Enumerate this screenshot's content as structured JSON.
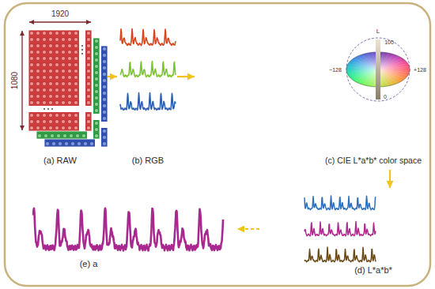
{
  "diagram": {
    "nodes": [
      {
        "text": [
          "(a) RAW"
        ]
      },
      {
        "text": [
          "(b) RGB"
        ]
      },
      {
        "text": [
          "(c) CIE L*a*b* color space"
        ]
      },
      {
        "text": [
          "(d) L*a*b*"
        ]
      },
      {
        "text": [
          "(e) a"
        ]
      }
    ],
    "edges": [
      {
        "from": 0,
        "to": 1,
        "arrow": "to"
      },
      {
        "from": 1,
        "to": 2,
        "arrow": "to"
      },
      {
        "from": 2,
        "to": 3,
        "arrow": "to"
      },
      {
        "from": 3,
        "to": 4,
        "arrow": "to"
      }
    ],
    "labels": [
      "1920",
      "1080",
      "L",
      "100",
      "0",
      "−128",
      "+128"
    ]
  }
}
